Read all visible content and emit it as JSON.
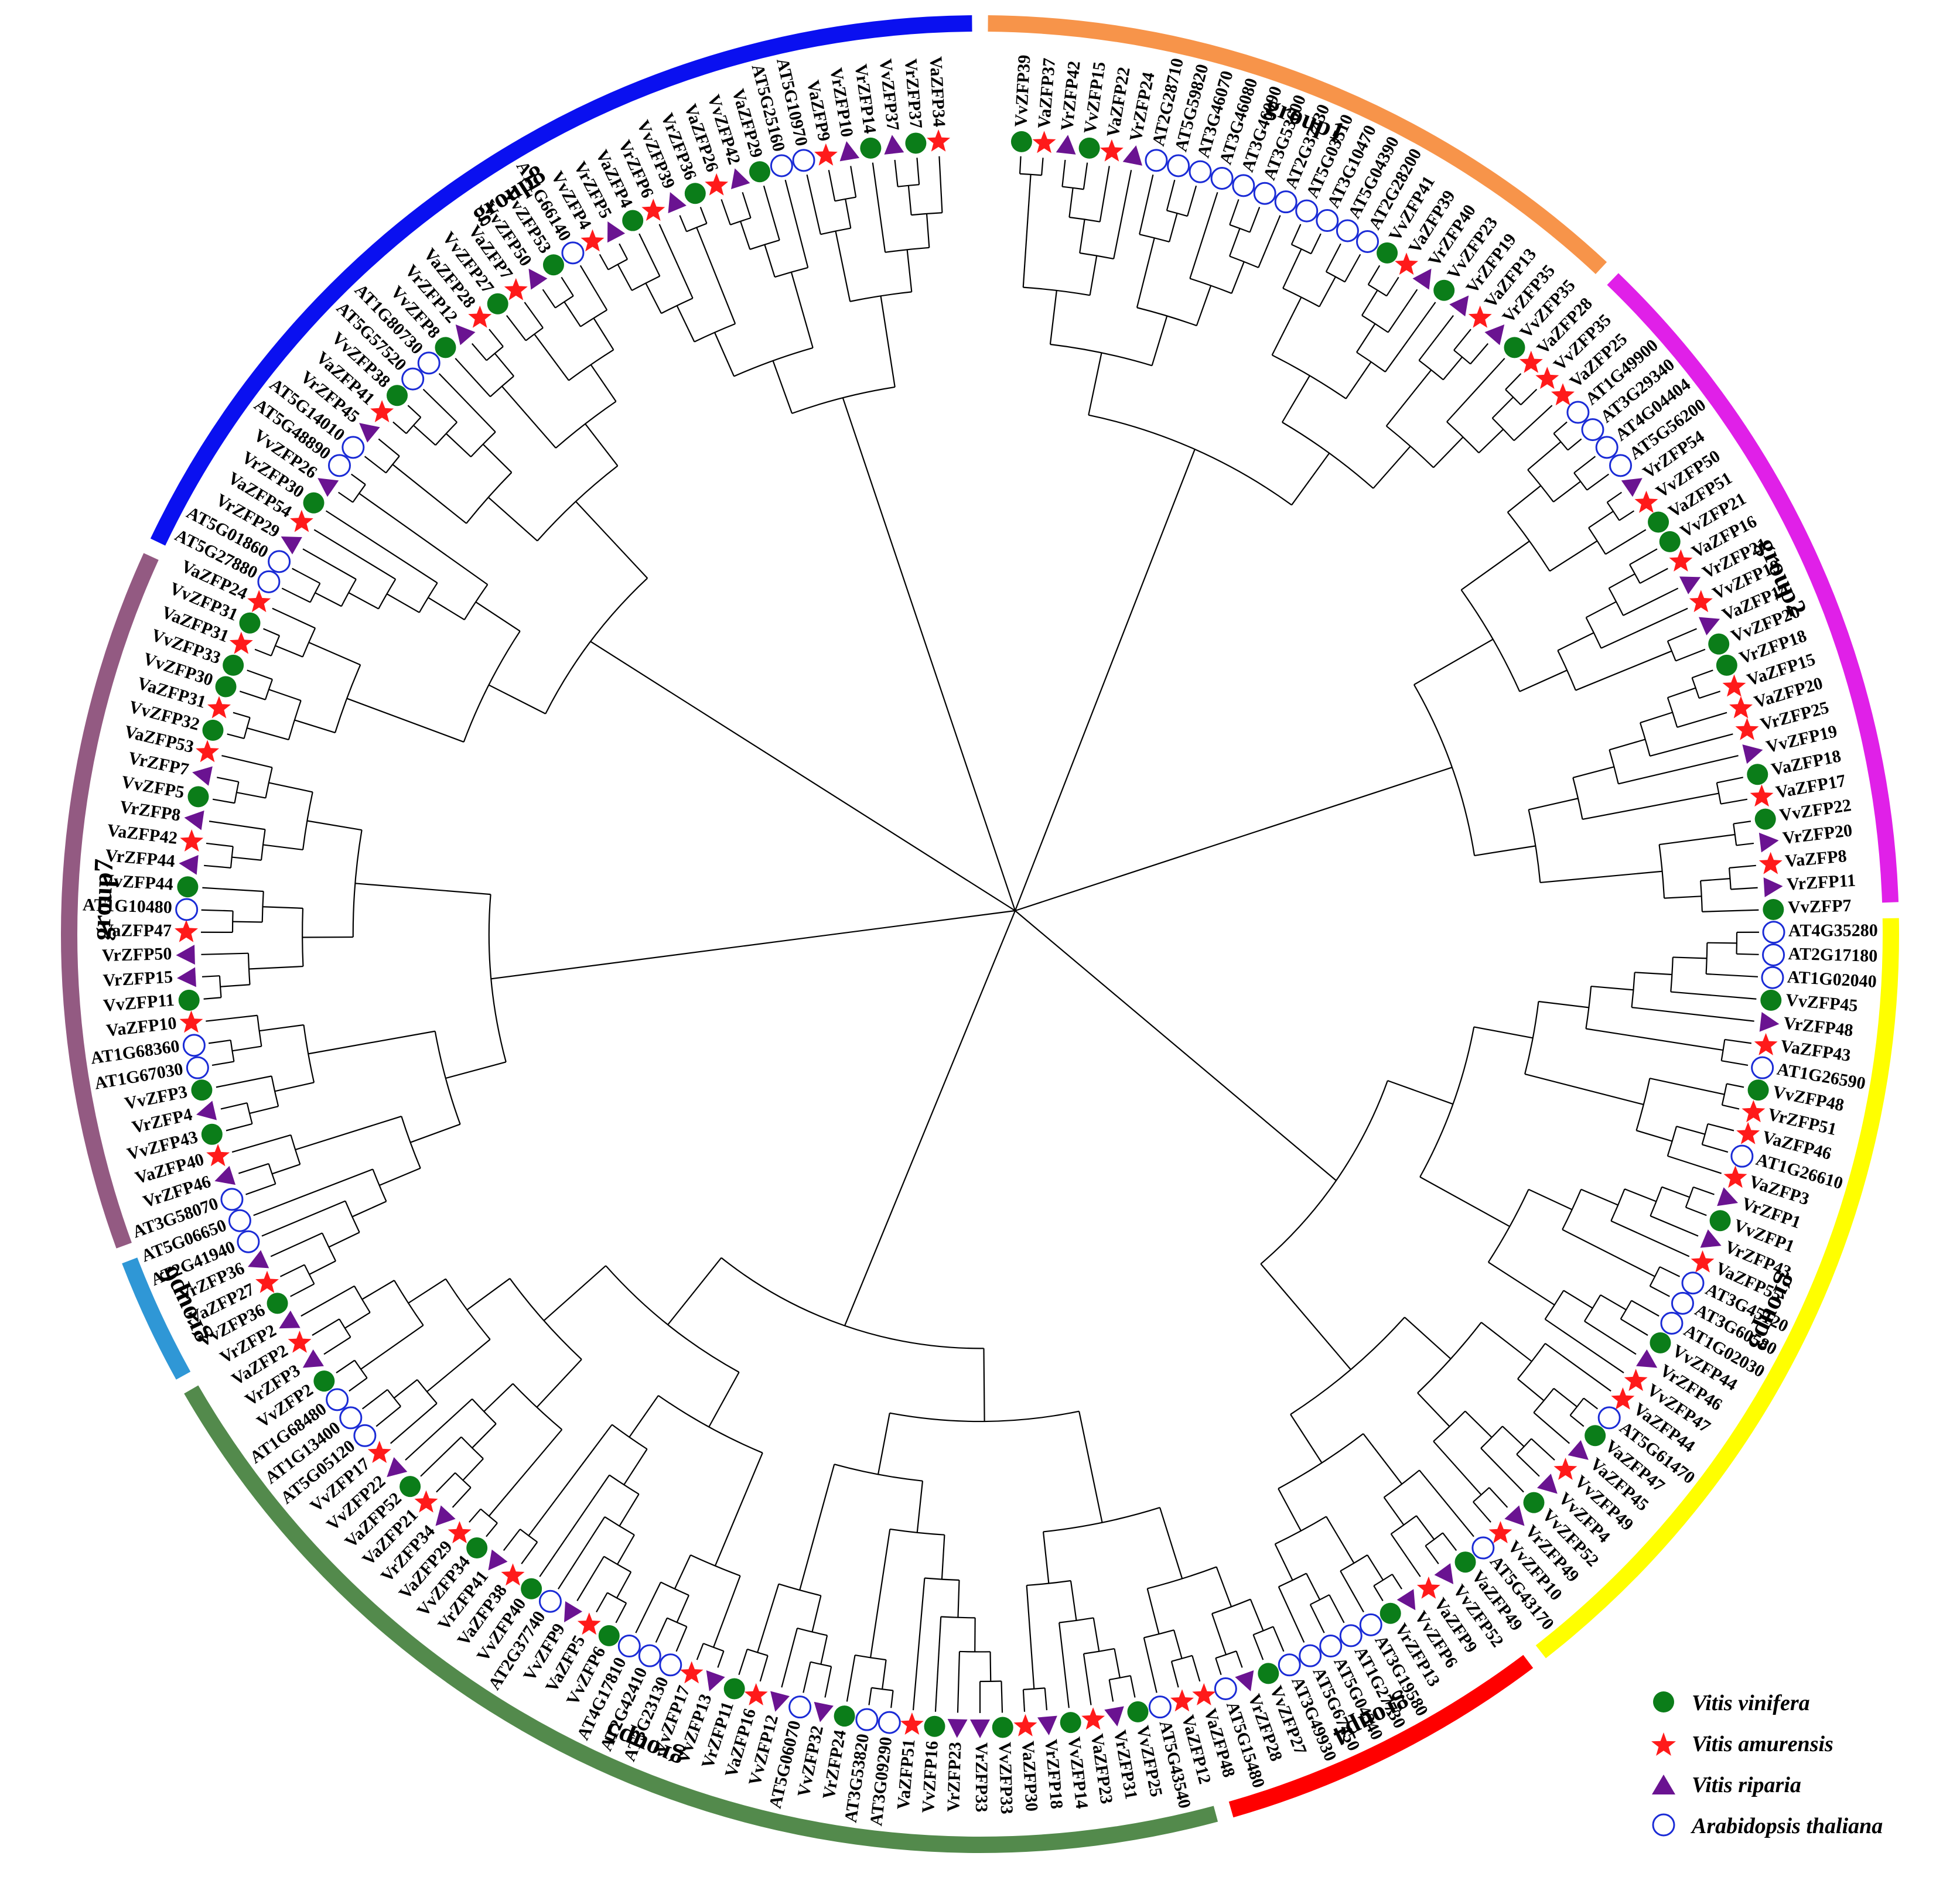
{
  "tree": {
    "leaves": [
      {
        "label": "VvZFP39",
        "sp": "vv"
      },
      {
        "label": "VaZFP37",
        "sp": "va"
      },
      {
        "label": "VrZFP42",
        "sp": "vr"
      },
      {
        "label": "VvZFP15",
        "sp": "vv"
      },
      {
        "label": "VaZFP22",
        "sp": "va"
      },
      {
        "label": "VrZFP24",
        "sp": "vr"
      },
      {
        "label": "AT2G28710",
        "sp": "at"
      },
      {
        "label": "AT5G59820",
        "sp": "at"
      },
      {
        "label": "AT3G46070",
        "sp": "at"
      },
      {
        "label": "AT3G46080",
        "sp": "at"
      },
      {
        "label": "AT3G46090",
        "sp": "at"
      },
      {
        "label": "AT3G53600",
        "sp": "at"
      },
      {
        "label": "AT2G37430",
        "sp": "at"
      },
      {
        "label": "AT5G03510",
        "sp": "at"
      },
      {
        "label": "AT3G10470",
        "sp": "at"
      },
      {
        "label": "AT5G04390",
        "sp": "at"
      },
      {
        "label": "AT2G28200",
        "sp": "at"
      },
      {
        "label": "VvZFP41",
        "sp": "vv"
      },
      {
        "label": "VaZFP39",
        "sp": "va"
      },
      {
        "label": "VrZFP40",
        "sp": "vr"
      },
      {
        "label": "VvZFP23",
        "sp": "vv"
      },
      {
        "label": "VrZFP19",
        "sp": "vr"
      },
      {
        "label": "VaZFP13",
        "sp": "va"
      },
      {
        "label": "VrZFP35",
        "sp": "vr"
      },
      {
        "label": "VvZFP35",
        "sp": "vv"
      },
      {
        "label": "VaZFP28",
        "sp": "va"
      },
      {
        "label": "VvZFP35",
        "sp": "va"
      },
      {
        "label": "VaZFP25",
        "sp": "va"
      },
      {
        "label": "AT1G49900",
        "sp": "at"
      },
      {
        "label": "AT3G29340",
        "sp": "at"
      },
      {
        "label": "AT4G04404",
        "sp": "at"
      },
      {
        "label": "AT5G56200",
        "sp": "at"
      },
      {
        "label": "VrZFP54",
        "sp": "vr"
      },
      {
        "label": "VvZFP50",
        "sp": "va"
      },
      {
        "label": "VaZFP51",
        "sp": "vv"
      },
      {
        "label": "VvZFP21",
        "sp": "vv"
      },
      {
        "label": "VaZFP16",
        "sp": "va"
      },
      {
        "label": "VrZFP21",
        "sp": "vr"
      },
      {
        "label": "VvZFP19",
        "sp": "va"
      },
      {
        "label": "VaZFP14",
        "sp": "vr"
      },
      {
        "label": "VvZFP20",
        "sp": "vv"
      },
      {
        "label": "VrZFP18",
        "sp": "vv"
      },
      {
        "label": "VaZFP15",
        "sp": "va"
      },
      {
        "label": "VaZFP20",
        "sp": "va"
      },
      {
        "label": "VrZFP25",
        "sp": "va"
      },
      {
        "label": "VvZFP19",
        "sp": "vr"
      },
      {
        "label": "VaZFP18",
        "sp": "vv"
      },
      {
        "label": "VaZFP17",
        "sp": "va"
      },
      {
        "label": "VvZFP22",
        "sp": "vv"
      },
      {
        "label": "VrZFP20",
        "sp": "vr"
      },
      {
        "label": "VaZFP8",
        "sp": "va"
      },
      {
        "label": "VrZFP11",
        "sp": "vr"
      },
      {
        "label": "VvZFP7",
        "sp": "vv"
      },
      {
        "label": "AT4G35280",
        "sp": "at"
      },
      {
        "label": "AT2G17180",
        "sp": "at"
      },
      {
        "label": "AT1G02040",
        "sp": "at"
      },
      {
        "label": "VvZFP45",
        "sp": "vv"
      },
      {
        "label": "VrZFP48",
        "sp": "vr"
      },
      {
        "label": "VaZFP43",
        "sp": "va"
      },
      {
        "label": "AT1G26590",
        "sp": "at"
      },
      {
        "label": "VvZFP48",
        "sp": "vv"
      },
      {
        "label": "VrZFP51",
        "sp": "va"
      },
      {
        "label": "VaZFP46",
        "sp": "va"
      },
      {
        "label": "AT1G26610",
        "sp": "at"
      },
      {
        "label": "VaZFP3",
        "sp": "va"
      },
      {
        "label": "VrZFP1",
        "sp": "vr"
      },
      {
        "label": "VvZFP1",
        "sp": "vv"
      },
      {
        "label": "VrZFP43",
        "sp": "vr"
      },
      {
        "label": "VaZFP55",
        "sp": "va"
      },
      {
        "label": "AT3G45120",
        "sp": "at"
      },
      {
        "label": "AT3G60580",
        "sp": "at"
      },
      {
        "label": "AT1G02030",
        "sp": "at"
      },
      {
        "label": "VvZFP44",
        "sp": "vv"
      },
      {
        "label": "VrZFP46",
        "sp": "vr"
      },
      {
        "label": "VvZFP47",
        "sp": "va"
      },
      {
        "label": "VaZFP44",
        "sp": "va"
      },
      {
        "label": "AT5G61470",
        "sp": "at"
      },
      {
        "label": "VaZFP47",
        "sp": "vv"
      },
      {
        "label": "VaZFP45",
        "sp": "vr"
      },
      {
        "label": "VvZFP49",
        "sp": "va"
      },
      {
        "label": "VvZFP4",
        "sp": "vr"
      },
      {
        "label": "VvZFP52",
        "sp": "vv"
      },
      {
        "label": "VrZFP49",
        "sp": "vr"
      },
      {
        "label": "VvZFP10",
        "sp": "va"
      },
      {
        "label": "AT5G43170",
        "sp": "at"
      },
      {
        "label": "VaZFP49",
        "sp": "vv"
      },
      {
        "label": "VvZFP52",
        "sp": "vr"
      },
      {
        "label": "VaZFP9",
        "sp": "va"
      },
      {
        "label": "VvZFP6",
        "sp": "vr"
      },
      {
        "label": "VrZFP13",
        "sp": "vv"
      },
      {
        "label": "AT3G19580",
        "sp": "at"
      },
      {
        "label": "AT1G27730",
        "sp": "at"
      },
      {
        "label": "AT5G04340",
        "sp": "at"
      },
      {
        "label": "AT5G67450",
        "sp": "at"
      },
      {
        "label": "AT3G49930",
        "sp": "at"
      },
      {
        "label": "VvZFP27",
        "sp": "vv"
      },
      {
        "label": "VrZFP28",
        "sp": "vr"
      },
      {
        "label": "AT5G15480",
        "sp": "at"
      },
      {
        "label": "VaZFP48",
        "sp": "va"
      },
      {
        "label": "VaZFP12",
        "sp": "va"
      },
      {
        "label": "AT5G43540",
        "sp": "at"
      },
      {
        "label": "VvZFP25",
        "sp": "vv"
      },
      {
        "label": "VrZFP31",
        "sp": "vr"
      },
      {
        "label": "VaZFP23",
        "sp": "va"
      },
      {
        "label": "VvZFP14",
        "sp": "vv"
      },
      {
        "label": "VrZFP18",
        "sp": "vr"
      },
      {
        "label": "VaZFP30",
        "sp": "va"
      },
      {
        "label": "VvZFP33",
        "sp": "vv"
      },
      {
        "label": "VrZFP33",
        "sp": "vr"
      },
      {
        "label": "VrZFP23",
        "sp": "vr"
      },
      {
        "label": "VvZFP16",
        "sp": "vv"
      },
      {
        "label": "VaZFP51",
        "sp": "va"
      },
      {
        "label": "AT3G09290",
        "sp": "at"
      },
      {
        "label": "AT3G53820",
        "sp": "at"
      },
      {
        "label": "VrZFP24",
        "sp": "vv"
      },
      {
        "label": "VvZFP32",
        "sp": "vr"
      },
      {
        "label": "AT5G06070",
        "sp": "at"
      },
      {
        "label": "VvZFP12",
        "sp": "vr"
      },
      {
        "label": "VaZFP16",
        "sp": "va"
      },
      {
        "label": "VrZFP11",
        "sp": "vv"
      },
      {
        "label": "VvZFP13",
        "sp": "vr"
      },
      {
        "label": "VvZFP17",
        "sp": "va"
      },
      {
        "label": "AT3G23130",
        "sp": "at"
      },
      {
        "label": "AT2G42410",
        "sp": "at"
      },
      {
        "label": "AT4G17810",
        "sp": "at"
      },
      {
        "label": "VvZFP6",
        "sp": "vv"
      },
      {
        "label": "VaZFP5",
        "sp": "va"
      },
      {
        "label": "VvZFP9",
        "sp": "vr"
      },
      {
        "label": "AT2G37740",
        "sp": "at"
      },
      {
        "label": "VvZFP40",
        "sp": "vv"
      },
      {
        "label": "VaZFP38",
        "sp": "va"
      },
      {
        "label": "VrZFP41",
        "sp": "vr"
      },
      {
        "label": "VvZFP34",
        "sp": "vv"
      },
      {
        "label": "VaZFP29",
        "sp": "va"
      },
      {
        "label": "VrZFP34",
        "sp": "vr"
      },
      {
        "label": "VaZFP21",
        "sp": "va"
      },
      {
        "label": "VaZFP52",
        "sp": "vv"
      },
      {
        "label": "VvZFP22",
        "sp": "vr"
      },
      {
        "label": "VvZFP17",
        "sp": "va"
      },
      {
        "label": "AT5G05120",
        "sp": "at"
      },
      {
        "label": "AT1G13400",
        "sp": "at"
      },
      {
        "label": "AT1G68480",
        "sp": "at"
      },
      {
        "label": "VvZFP2",
        "sp": "vv"
      },
      {
        "label": "VrZFP3",
        "sp": "vr"
      },
      {
        "label": "VaZFP2",
        "sp": "va"
      },
      {
        "label": "VrZFP2",
        "sp": "vr"
      },
      {
        "label": "VvZFP36",
        "sp": "vv"
      },
      {
        "label": "VaZFP27",
        "sp": "va"
      },
      {
        "label": "VrZFP36",
        "sp": "vr"
      },
      {
        "label": "AT2G41940",
        "sp": "at"
      },
      {
        "label": "AT5G06650",
        "sp": "at"
      },
      {
        "label": "AT3G58070",
        "sp": "at"
      },
      {
        "label": "VrZFP46",
        "sp": "vr"
      },
      {
        "label": "VaZFP40",
        "sp": "va"
      },
      {
        "label": "VvZFP43",
        "sp": "vv"
      },
      {
        "label": "VrZFP4",
        "sp": "vr"
      },
      {
        "label": "VvZFP3",
        "sp": "vv"
      },
      {
        "label": "AT1G67030",
        "sp": "at"
      },
      {
        "label": "AT1G68360",
        "sp": "at"
      },
      {
        "label": "VaZFP10",
        "sp": "va"
      },
      {
        "label": "VvZFP11",
        "sp": "vv"
      },
      {
        "label": "VrZFP15",
        "sp": "vr"
      },
      {
        "label": "VrZFP50",
        "sp": "vr"
      },
      {
        "label": "VaZFP47",
        "sp": "va"
      },
      {
        "label": "AT1G10480",
        "sp": "at"
      },
      {
        "label": "VvZFP44",
        "sp": "vv"
      },
      {
        "label": "VrZFP44",
        "sp": "vr"
      },
      {
        "label": "VaZFP42",
        "sp": "va"
      },
      {
        "label": "VrZFP8",
        "sp": "vr"
      },
      {
        "label": "VvZFP5",
        "sp": "vv"
      },
      {
        "label": "VrZFP7",
        "sp": "vr"
      },
      {
        "label": "VaZFP53",
        "sp": "va"
      },
      {
        "label": "VvZFP32",
        "sp": "vv"
      },
      {
        "label": "VaZFP31",
        "sp": "va"
      },
      {
        "label": "VvZFP30",
        "sp": "vv"
      },
      {
        "label": "VvZFP33",
        "sp": "vv"
      },
      {
        "label": "VaZFP31",
        "sp": "va"
      },
      {
        "label": "VvZFP31",
        "sp": "vv"
      },
      {
        "label": "VaZFP24",
        "sp": "va"
      },
      {
        "label": "AT5G27880",
        "sp": "at"
      },
      {
        "label": "AT5G01860",
        "sp": "at"
      },
      {
        "label": "VrZFP29",
        "sp": "vr"
      },
      {
        "label": "VaZFP54",
        "sp": "va"
      },
      {
        "label": "VrZFP30",
        "sp": "vv"
      },
      {
        "label": "VvZFP26",
        "sp": "vr"
      },
      {
        "label": "AT5G48890",
        "sp": "at"
      },
      {
        "label": "AT5G14010",
        "sp": "at"
      },
      {
        "label": "VrZFP45",
        "sp": "vr"
      },
      {
        "label": "VaZFP41",
        "sp": "va"
      },
      {
        "label": "VvZFP38",
        "sp": "vv"
      },
      {
        "label": "AT5G57520",
        "sp": "at"
      },
      {
        "label": "AT1G80730",
        "sp": "at"
      },
      {
        "label": "VvZFP8",
        "sp": "vv"
      },
      {
        "label": "VrZFP12",
        "sp": "vr"
      },
      {
        "label": "VaZFP28",
        "sp": "va"
      },
      {
        "label": "VvZFP27",
        "sp": "vv"
      },
      {
        "label": "VaZFP7",
        "sp": "va"
      },
      {
        "label": "VvZFP50",
        "sp": "vr"
      },
      {
        "label": "VvZFP53",
        "sp": "vv"
      },
      {
        "label": "AT1G66140",
        "sp": "at"
      },
      {
        "label": "VvZFP4",
        "sp": "va"
      },
      {
        "label": "VrZFP5",
        "sp": "vr"
      },
      {
        "label": "VaZFP4",
        "sp": "vv"
      },
      {
        "label": "VrZFP6",
        "sp": "va"
      },
      {
        "label": "VvZFP39",
        "sp": "vr"
      },
      {
        "label": "VrZFP36",
        "sp": "vv"
      },
      {
        "label": "VaZFP26",
        "sp": "va"
      },
      {
        "label": "VvZFP42",
        "sp": "vr"
      },
      {
        "label": "VaZFP29",
        "sp": "vv"
      },
      {
        "label": "AT5G25160",
        "sp": "at"
      },
      {
        "label": "AT5G10970",
        "sp": "at"
      },
      {
        "label": "VaZFP9",
        "sp": "va"
      },
      {
        "label": "VrZFP10",
        "sp": "vr"
      },
      {
        "label": "VrZFP14",
        "sp": "vv"
      },
      {
        "label": "VvZFP37",
        "sp": "vr"
      },
      {
        "label": "VrZFP37",
        "sp": "vv"
      },
      {
        "label": "VaZFP34",
        "sp": "va"
      }
    ]
  },
  "groups": [
    {
      "label": "group1",
      "color": "#f7944a",
      "start": 0.5,
      "end": 43.0
    },
    {
      "label": "group2",
      "color": "#e020e8",
      "start": 44.0,
      "end": 88.0
    },
    {
      "label": "group3",
      "color": "#ffff00",
      "start": 89.0,
      "end": 142.0
    },
    {
      "label": "group4",
      "color": "#ff0000",
      "start": 143.0,
      "end": 164.0
    },
    {
      "label": "group5",
      "color": "#538a4c",
      "start": 165.0,
      "end": 240.0
    },
    {
      "label": "group6",
      "color": "#2f97d6",
      "start": 241.0,
      "end": 249.0
    },
    {
      "label": "group7",
      "color": "#935a82",
      "start": 250.0,
      "end": 294.5
    },
    {
      "label": "group8",
      "color": "#0a10f0",
      "start": 295.5,
      "end": 359.5
    }
  ],
  "legend": {
    "items": [
      {
        "label": "Vitis vinifera",
        "symbol": "filled-circle",
        "color": "#0b7d19"
      },
      {
        "label": "Vitis amurensis",
        "symbol": "star",
        "color": "#ff1a1a"
      },
      {
        "label": "Vitis riparia",
        "symbol": "triangle",
        "color": "#6a1391"
      },
      {
        "label": "Arabidopsis thaliana",
        "symbol": "open-circle",
        "color": "#1a2bd6"
      }
    ]
  }
}
